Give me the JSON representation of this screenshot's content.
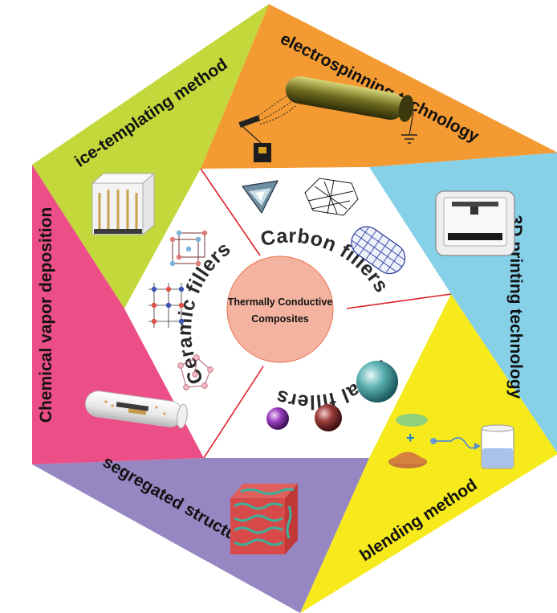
{
  "center": {
    "line1": "Thermally Conductive",
    "line2": "Composites"
  },
  "fillers": {
    "carbon": "Carbon fillers",
    "ceramic": "Ceramic fillers",
    "metal": "Metal fillers"
  },
  "methods": {
    "electrospinning": "electrospinning technology",
    "printing3d": "3D printing technology",
    "blending": "blending method",
    "segregated": "segregated structures",
    "cvd": "Chemical vapor deposition",
    "ice_templating": "ice-templating method"
  },
  "colors": {
    "electrospinning": "#f39a33",
    "printing3d": "#86d0e8",
    "blending": "#f6ea1c",
    "segregated": "#9686c2",
    "cvd": "#ec4e87",
    "ice_templating": "#c3d83a",
    "center_circle": "#f4b3a0",
    "divider": "#e0202a"
  }
}
